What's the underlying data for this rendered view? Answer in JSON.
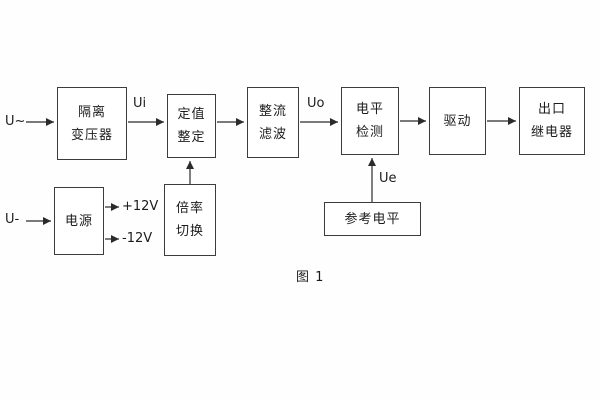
{
  "diagram": {
    "caption": "图 1",
    "inputs": {
      "ac_label": "U~",
      "dc_label": "U-"
    },
    "signal_labels": {
      "ui": "Ui",
      "uo": "Uo",
      "ue": "Ue"
    },
    "power_rails": {
      "positive": "+12V",
      "negative": "-12V"
    },
    "blocks": {
      "isolation_transformer": {
        "line1": "隔离",
        "line2": "变压器"
      },
      "value_setting": {
        "line1": "定值",
        "line2": "整定"
      },
      "rectifier_filter": {
        "line1": "整流",
        "line2": "滤波"
      },
      "level_detection": {
        "line1": "电平",
        "line2": "检测"
      },
      "driver": {
        "label": "驱动"
      },
      "output_relay": {
        "line1": "出口",
        "line2": "继电器"
      },
      "power_supply": {
        "label": "电源"
      },
      "ratio_switch": {
        "line1": "倍率",
        "line2": "切换"
      },
      "reference_level": {
        "label": "参考电平"
      }
    }
  }
}
